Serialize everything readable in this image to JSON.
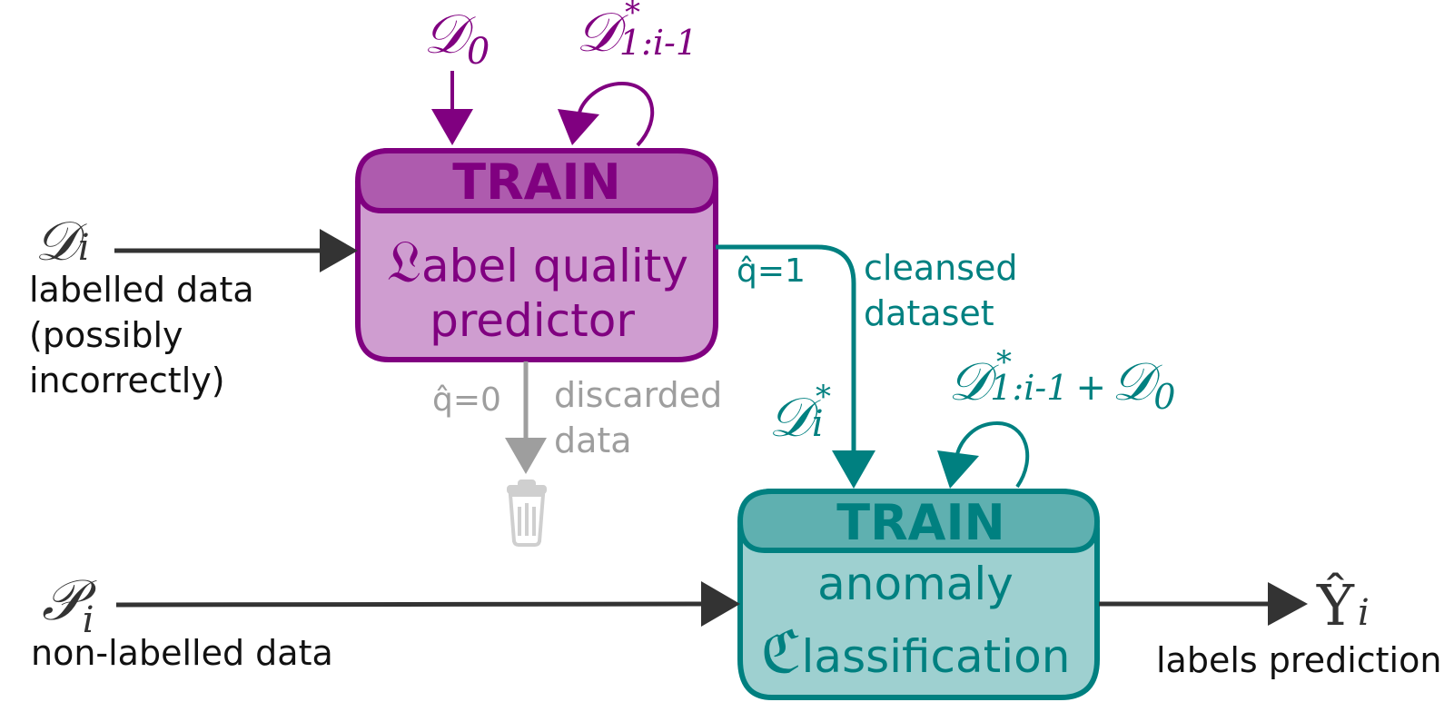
{
  "colors": {
    "purple": "#800080",
    "purple_header": "#ae5bae",
    "purple_body": "#cf9dd0",
    "teal": "#008080",
    "teal_header": "#5fb0b0",
    "teal_body": "#9ed0d0",
    "dark": "#333333",
    "grey": "#9e9e9e",
    "text": "#111111"
  },
  "inputs": {
    "d0": {
      "sym": "𝒟",
      "sub": "0"
    },
    "d_prev": {
      "sym": "𝒟",
      "sup": "*",
      "sub": "1:i-1"
    },
    "d_i": {
      "sym": "𝒟",
      "sub": "i",
      "caption_lines": [
        "labelled data",
        "(possibly",
        "incorrectly)"
      ]
    },
    "p_i": {
      "sym": "𝒫",
      "sub": "i",
      "caption": "non-labelled data"
    }
  },
  "box_label_quality": {
    "header": "TRAIN",
    "initial": "𝔏",
    "line1_rest": "abel quality",
    "line2": "predictor"
  },
  "box_classification": {
    "header": "TRAIN",
    "line1": "anomaly",
    "initial": "ℭ",
    "line2_rest": "lassification"
  },
  "flows": {
    "q1": "q̂=1",
    "cleansed_lines": [
      "cleansed",
      "dataset"
    ],
    "q0": "q̂=0",
    "discarded_lines": [
      "discarded",
      "data"
    ]
  },
  "d_star": {
    "sym": "𝒟",
    "sup": "*",
    "sub": "i"
  },
  "d_loop": {
    "sym1": "𝒟",
    "sup1": "*",
    "sub1": "1:i-1",
    "plus": "+",
    "sym2": "𝒟",
    "sub2": "0"
  },
  "output": {
    "sym": "Ŷ",
    "sub": "i",
    "caption": "labels prediction"
  },
  "icons": {
    "trash": "trash-icon"
  }
}
